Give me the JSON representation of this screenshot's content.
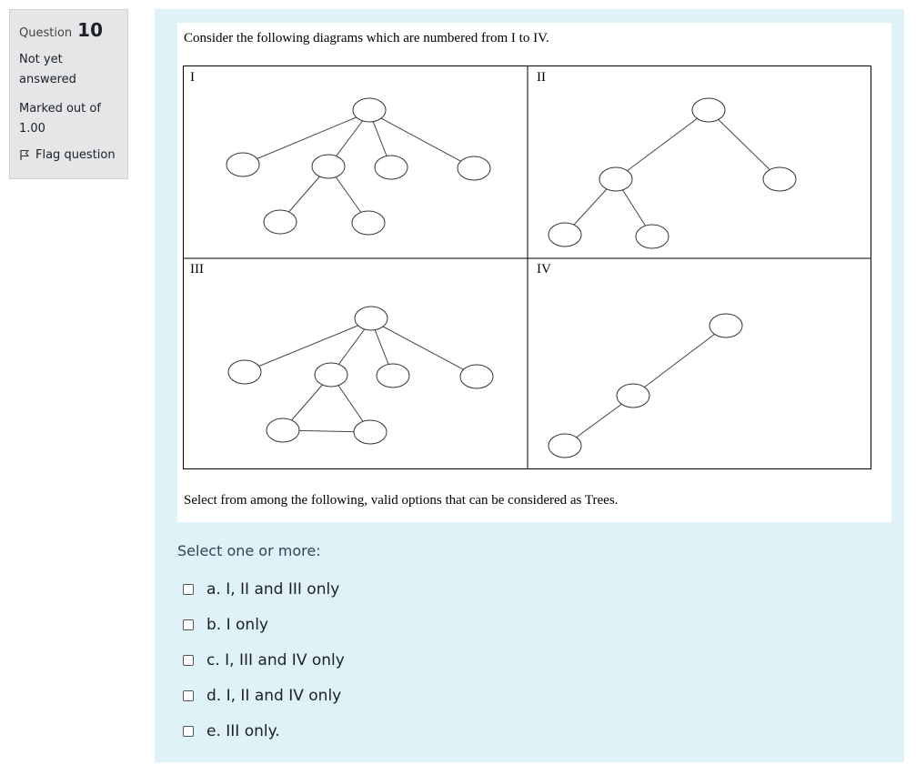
{
  "info": {
    "question_word": "Question",
    "question_number": "10",
    "state": "Not yet answered",
    "grade": "Marked out of 1.00",
    "flag_label": "Flag question"
  },
  "question": {
    "intro": "Consider the following diagrams which are numbered from I to IV.",
    "diagram_labels": [
      "I",
      "II",
      "III",
      "IV"
    ],
    "instruction": "Select from among the following, valid options that can be considered as Trees."
  },
  "prompt": "Select one or more:",
  "options": [
    {
      "label": "a. I, II and III only",
      "checked": false
    },
    {
      "label": "b. I only",
      "checked": false
    },
    {
      "label": "c. I, III and IV only",
      "checked": false
    },
    {
      "label": "d. I, II and IV only",
      "checked": false
    },
    {
      "label": "e. III only.",
      "checked": false
    }
  ],
  "colors": {
    "content_bg": "#def2f8",
    "info_bg": "#e4e6e8"
  }
}
